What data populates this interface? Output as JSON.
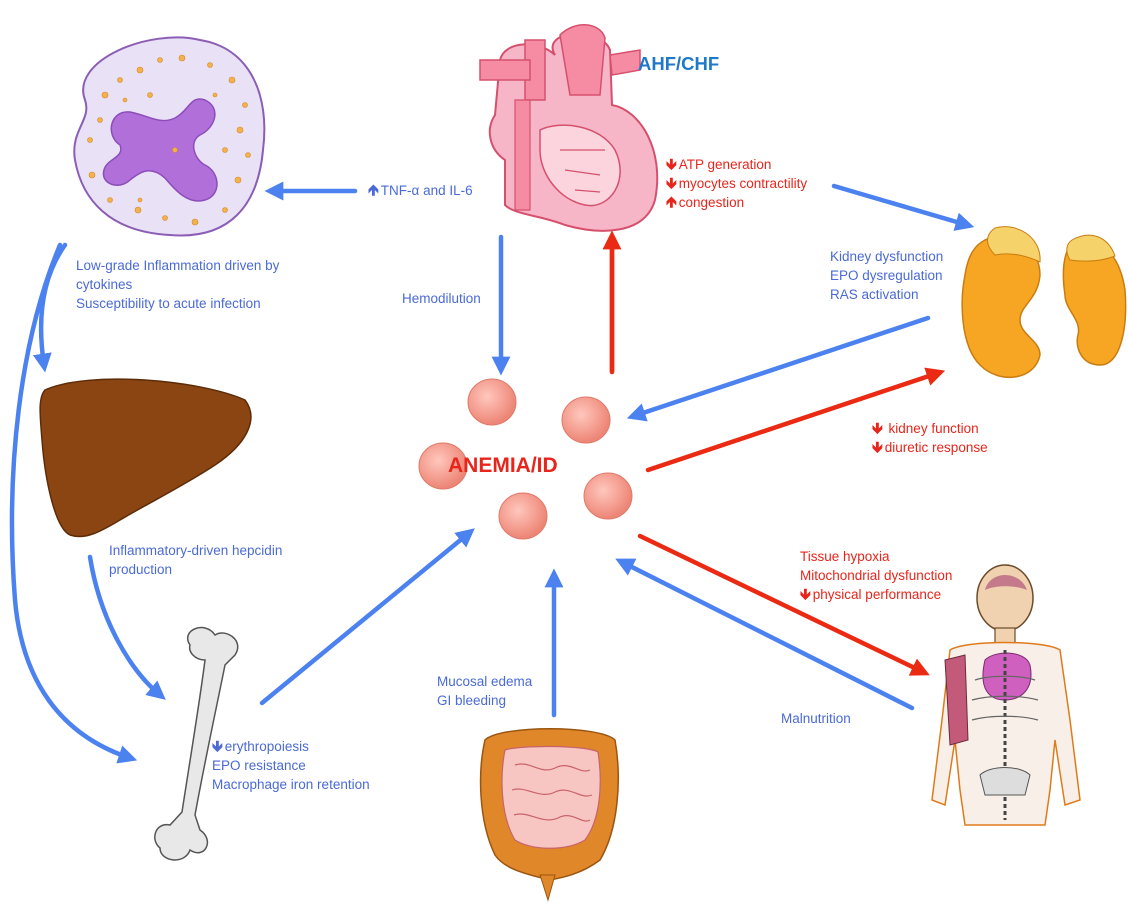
{
  "center_label": "ANEMIA/ID",
  "heart_label": "AHF/CHF",
  "up_arrow": "🡹",
  "down_arrow": "🡻",
  "colors": {
    "blue_arrow": "#4b82f0",
    "red_arrow": "#ea2a12",
    "blue_text": "#4a6ad6",
    "red_text": "#e8251b",
    "heart_title": "#1f78c8"
  },
  "labels": {
    "tnf": "TNF-α and IL-6",
    "heart_effects": [
      "ATP generation",
      "myocytes contractility",
      "congestion"
    ],
    "kidney_effects": [
      "Kidney dysfunction",
      "EPO dysregulation",
      "RAS activation"
    ],
    "hemodilution": "Hemodilution",
    "inflammation": [
      "Low-grade Inflammation driven by",
      "cytokines",
      "Susceptibility to acute infection"
    ],
    "kidney_function": [
      "kidney function",
      "diuretic response"
    ],
    "hepcidin": [
      "Inflammatory-driven hepcidin",
      "production"
    ],
    "tissue": [
      "Tissue hypoxia",
      "Mitochondrial dysfunction",
      "physical performance"
    ],
    "gut": [
      "Mucosal edema",
      "GI bleeding"
    ],
    "malnutrition": "Malnutrition",
    "bone": [
      "erythropoiesis",
      "EPO resistance",
      "Macrophage iron retention"
    ]
  },
  "icons": [
    "neutrophil-icon",
    "heart-icon",
    "kidneys-icon",
    "liver-icon",
    "bone-icon",
    "intestine-icon",
    "human-body-icon",
    "red-blood-cell-icon"
  ]
}
